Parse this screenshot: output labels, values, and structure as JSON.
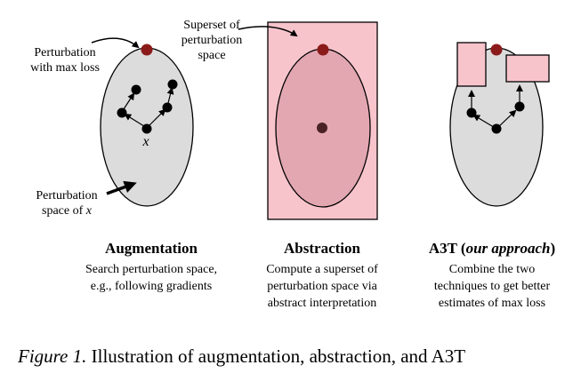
{
  "colors": {
    "ellipse_fill": "#dcdcdc",
    "abstraction_fill": "#f8c4cc",
    "abstraction_ellipse": "#e3a7b2",
    "max_loss_point": "#8b1a1a",
    "center_point_abstraction": "#4a2226",
    "points": "#000000",
    "outline": "#000000"
  },
  "labels": {
    "perturbation_max_loss": [
      "Perturbation",
      "with max loss"
    ],
    "superset": [
      "Superset of",
      "perturbation",
      "space"
    ],
    "perturbation_space": [
      "Perturbation",
      "space of "
    ],
    "x_var": "x",
    "x_in_label": "x"
  },
  "panels": [
    {
      "title": "Augmentation",
      "desc": [
        "Search perturbation space,",
        "e.g., following gradients"
      ]
    },
    {
      "title": "Abstraction",
      "desc": [
        "Compute a superset of",
        "perturbation space via",
        "abstract interpretation"
      ]
    },
    {
      "title_prefix": "A3T (",
      "title_italic": "our approach",
      "title_suffix": ")",
      "desc": [
        "Combine the two",
        "techniques to get better",
        "estimates of max loss"
      ]
    }
  ],
  "caption": {
    "figure_label": "Figure 1.",
    "text": " Illustration of augmentation, abstraction, and A3T"
  }
}
